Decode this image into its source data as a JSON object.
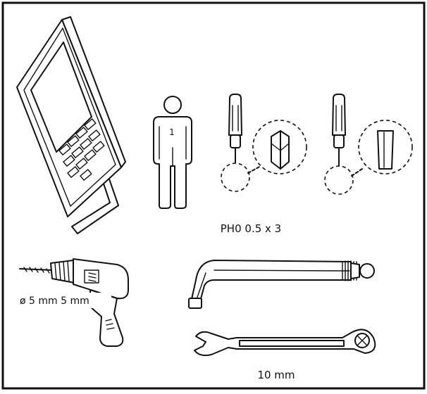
{
  "labels": {
    "person_count": "1",
    "screwdriver_spec": "PH0 0.5 x 3",
    "drill_spec": "ø 5 mm 5 mm",
    "wrench_spec": "10 mm"
  }
}
